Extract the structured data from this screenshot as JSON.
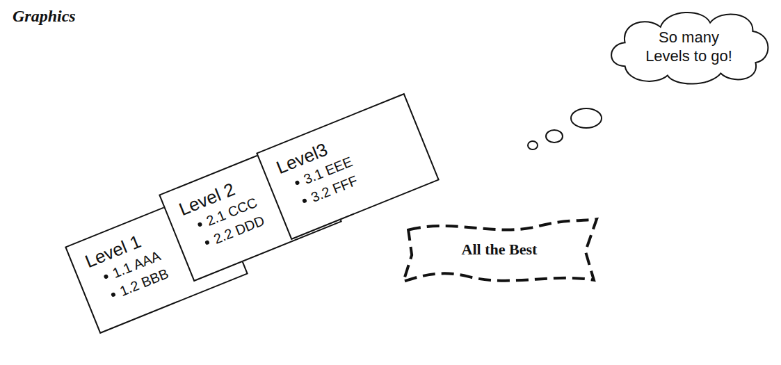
{
  "diagram": {
    "title": "Graphics",
    "nodes": [
      {
        "text": [
          "Level 1",
          "1.1 AAA",
          "1.2 BBB"
        ]
      },
      {
        "text": [
          "Level 2",
          "2.1 CCC",
          "2.2 DDD"
        ]
      },
      {
        "text": [
          "Level3",
          "3.1 EEE",
          "3.2 FFF"
        ]
      },
      {
        "text": [
          "So many Levels to go!"
        ]
      },
      {
        "text": [
          "All the Best"
        ]
      }
    ]
  }
}
